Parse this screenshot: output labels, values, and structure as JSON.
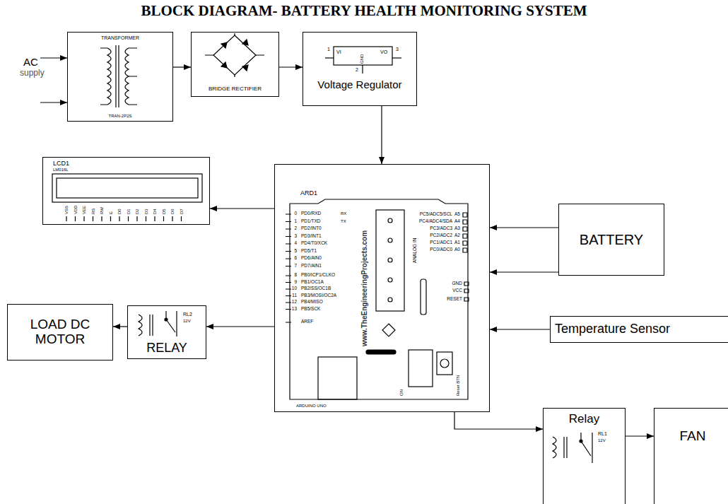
{
  "diagram": {
    "title": "BLOCK DIAGRAM- BATTERY HEALTH MONITORING SYSTEM",
    "nodes": [
      {
        "text": [
          "TRANSFORMER",
          "TRAN-2P2S"
        ]
      },
      {
        "text": [
          "BRIDGE RECTIFIER"
        ]
      },
      {
        "text": [
          "Voltage Regulator"
        ]
      },
      {
        "text": [
          "LCD1",
          "LM016L"
        ]
      },
      {
        "text": [
          "ARD1",
          "ARDUINO UNO"
        ]
      },
      {
        "text": [
          "BATTERY"
        ]
      },
      {
        "text": [
          "Temperature Sensor"
        ]
      },
      {
        "text": [
          "LOAD DC MOTOR"
        ]
      },
      {
        "text": [
          "RELAY"
        ]
      },
      {
        "text": [
          "Relay"
        ]
      },
      {
        "text": [
          "FAN"
        ]
      }
    ],
    "edges": [
      {
        "from": 0,
        "to": 1,
        "arrow": "to"
      },
      {
        "from": 1,
        "to": 2,
        "arrow": "to"
      },
      {
        "from": 2,
        "to": 4,
        "arrow": "to"
      },
      {
        "from": 4,
        "to": 3,
        "arrow": "to"
      },
      {
        "from": 5,
        "to": 4,
        "arrow": "to"
      },
      {
        "from": 5,
        "to": 4,
        "arrow": "to"
      },
      {
        "from": 6,
        "to": 4,
        "arrow": "to"
      },
      {
        "from": 4,
        "to": 8,
        "arrow": "to"
      },
      {
        "from": 8,
        "to": 7,
        "arrow": "to"
      },
      {
        "from": 4,
        "to": 9,
        "arrow": "to"
      },
      {
        "from": 9,
        "to": 10,
        "arrow": "to"
      }
    ],
    "labels": [
      "AC",
      "supply",
      "1",
      "VI",
      "VO",
      "3",
      "GND",
      "2",
      "VSS",
      "VDD",
      "VEE",
      "RS",
      "RW",
      "E",
      "D0",
      "D1",
      "D2",
      "D3",
      "D4",
      "D5",
      "D6",
      "D7",
      "0",
      "PD0/RXD",
      "1",
      "PD1/TXD",
      "2",
      "PD2/INT0",
      "3",
      "PD3/INT1",
      "4",
      "PD4/T0/XCK",
      "5",
      "PD5/T1",
      "6",
      "PD6/AIN0",
      "7",
      "PD7/AIN1",
      "8",
      "PB0/ICP1/CLKO",
      "9",
      "PB1/OC1A",
      "10",
      "PB2/SS/OC1B",
      "11",
      "PB3/MOSI/OC2A",
      "12",
      "PB4/MISO",
      "13",
      "PB5/SCK",
      "AREF",
      "RX",
      "TX",
      "PC5/ADC5/SCL",
      "A5",
      "PC4/ADC4/SDA",
      "A4",
      "PC3/ADC3",
      "A3",
      "PC2/ADC2",
      "A2",
      "PC1/ADC1",
      "A1",
      "PC0/ADC0",
      "A0",
      "ANALOG IN",
      "GND",
      "VCC",
      "RESET",
      "www.TheEngineeringProjects.com",
      "ON",
      "Reset BTN",
      "RL2",
      "12V",
      "RL1",
      "12V"
    ]
  }
}
